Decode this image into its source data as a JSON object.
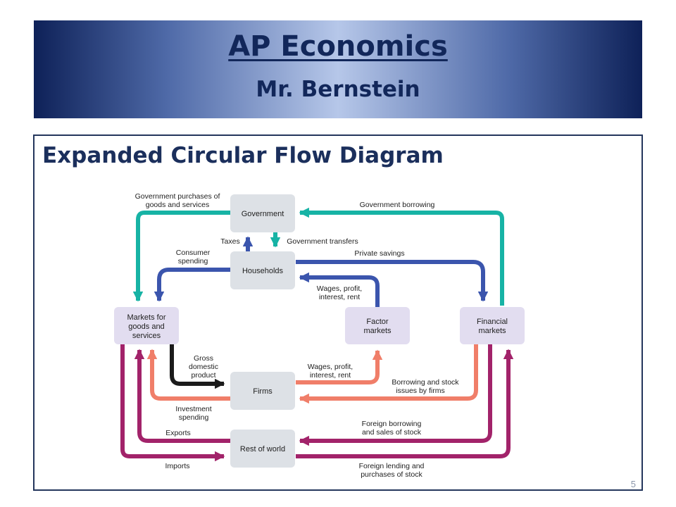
{
  "slide": {
    "title": "AP Economics",
    "subtitle": "Mr. Bernstein",
    "heading": "Expanded Circular Flow Diagram",
    "slide_number": "5"
  },
  "diagram": {
    "nodes": {
      "government": "Government",
      "households": "Households",
      "markets_goods": [
        "Markets for",
        "goods and",
        "services"
      ],
      "factor_markets": [
        "Factor",
        "markets"
      ],
      "financial_markets": [
        "Financial",
        "markets"
      ],
      "firms": "Firms",
      "rest_of_world": "Rest of world"
    },
    "flows": {
      "gov_purchases": [
        "Government purchases of",
        "goods and services"
      ],
      "gov_borrowing": "Government borrowing",
      "taxes": "Taxes",
      "gov_transfers": "Government transfers",
      "consumer_spending": [
        "Consumer",
        "spending"
      ],
      "private_savings": "Private savings",
      "wages_to_households": [
        "Wages, profit,",
        "interest, rent"
      ],
      "gdp": [
        "Gross",
        "domestic",
        "product"
      ],
      "wages_from_firms": [
        "Wages, profit,",
        "interest, rent"
      ],
      "borrowing_stock": [
        "Borrowing and stock",
        "issues by firms"
      ],
      "investment_spending": [
        "Investment",
        "spending"
      ],
      "exports": "Exports",
      "foreign_borrowing": [
        "Foreign borrowing",
        "and sales of stock"
      ],
      "imports": "Imports",
      "foreign_lending": [
        "Foreign lending and",
        "purchases of stock"
      ]
    },
    "colors": {
      "teal": "#17b3a5",
      "blue": "#3b55ad",
      "black": "#1b1b1b",
      "salmon": "#f07e69",
      "purple": "#a2236a",
      "node_fill": "#dde1e6",
      "node_fill_purple": "#e2ddf0"
    }
  }
}
